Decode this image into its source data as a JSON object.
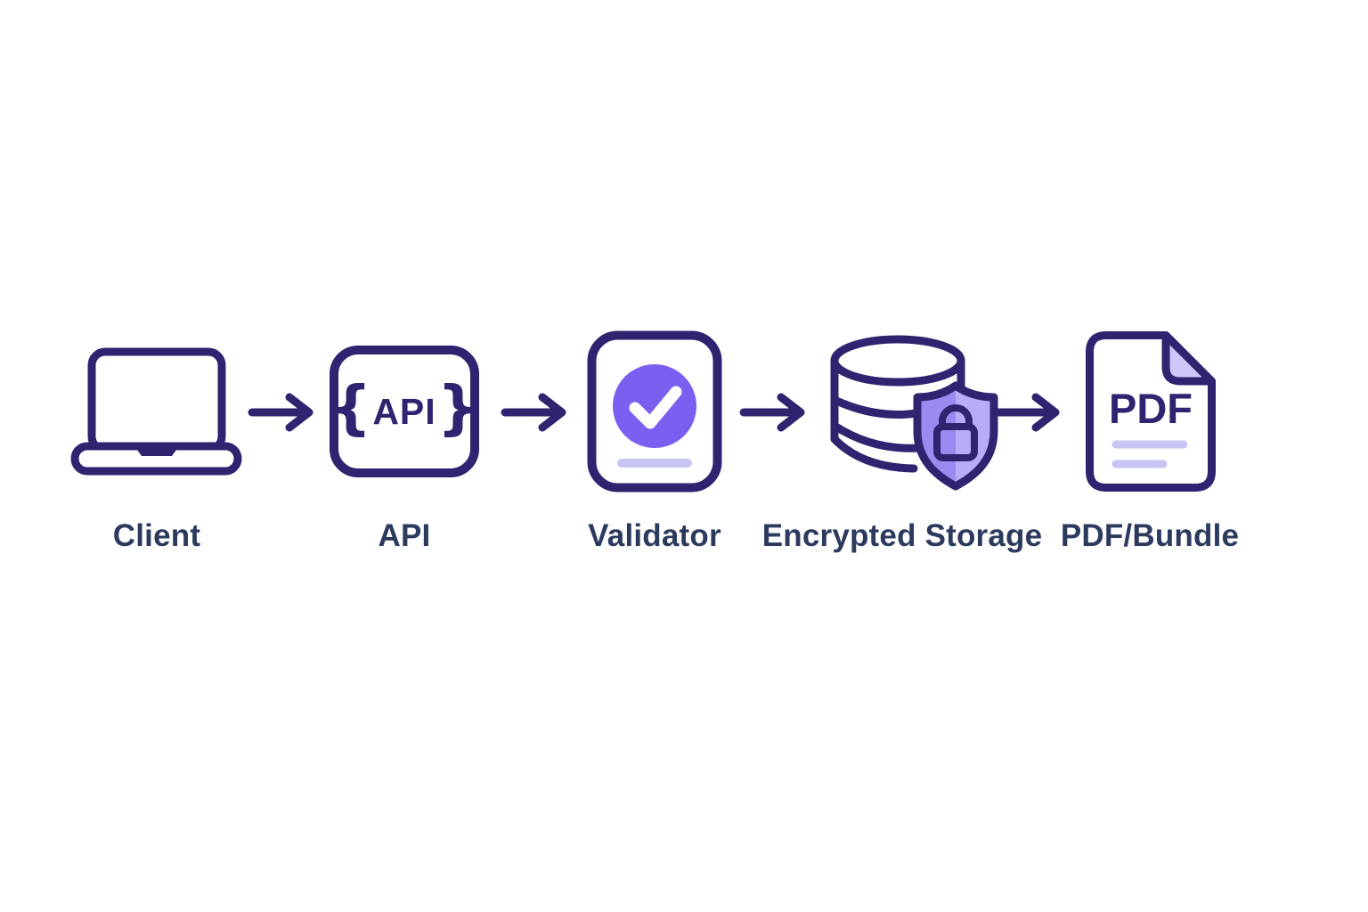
{
  "theme": {
    "colors": {
      "background": "#ffffff",
      "ink": "#2e2470",
      "label_text": "#2c3a5e",
      "accent_purple": "#7c5ff0",
      "lavender": "#c7c5f3",
      "shield_left": "#9c8af0",
      "shield_right": "#b9acf7",
      "fold": "#cdc8f8"
    }
  },
  "flow": {
    "type": "pipeline-diagram",
    "direction": "left-to-right",
    "connector": "arrow-right",
    "stages": [
      {
        "id": "client",
        "label": "Client",
        "icon": "laptop-icon"
      },
      {
        "id": "api",
        "label": "API",
        "icon": "api-braces-icon",
        "icon_text": {
          "brace_left": "{",
          "text": "API",
          "brace_right": "}"
        }
      },
      {
        "id": "validator",
        "label": "Validator",
        "icon": "document-checkmark-icon"
      },
      {
        "id": "storage",
        "label": "Encrypted Storage",
        "icon": "database-shield-lock-icon"
      },
      {
        "id": "output",
        "label": "PDF/Bundle",
        "icon": "pdf-document-icon",
        "icon_text": {
          "text": "PDF"
        }
      }
    ]
  }
}
